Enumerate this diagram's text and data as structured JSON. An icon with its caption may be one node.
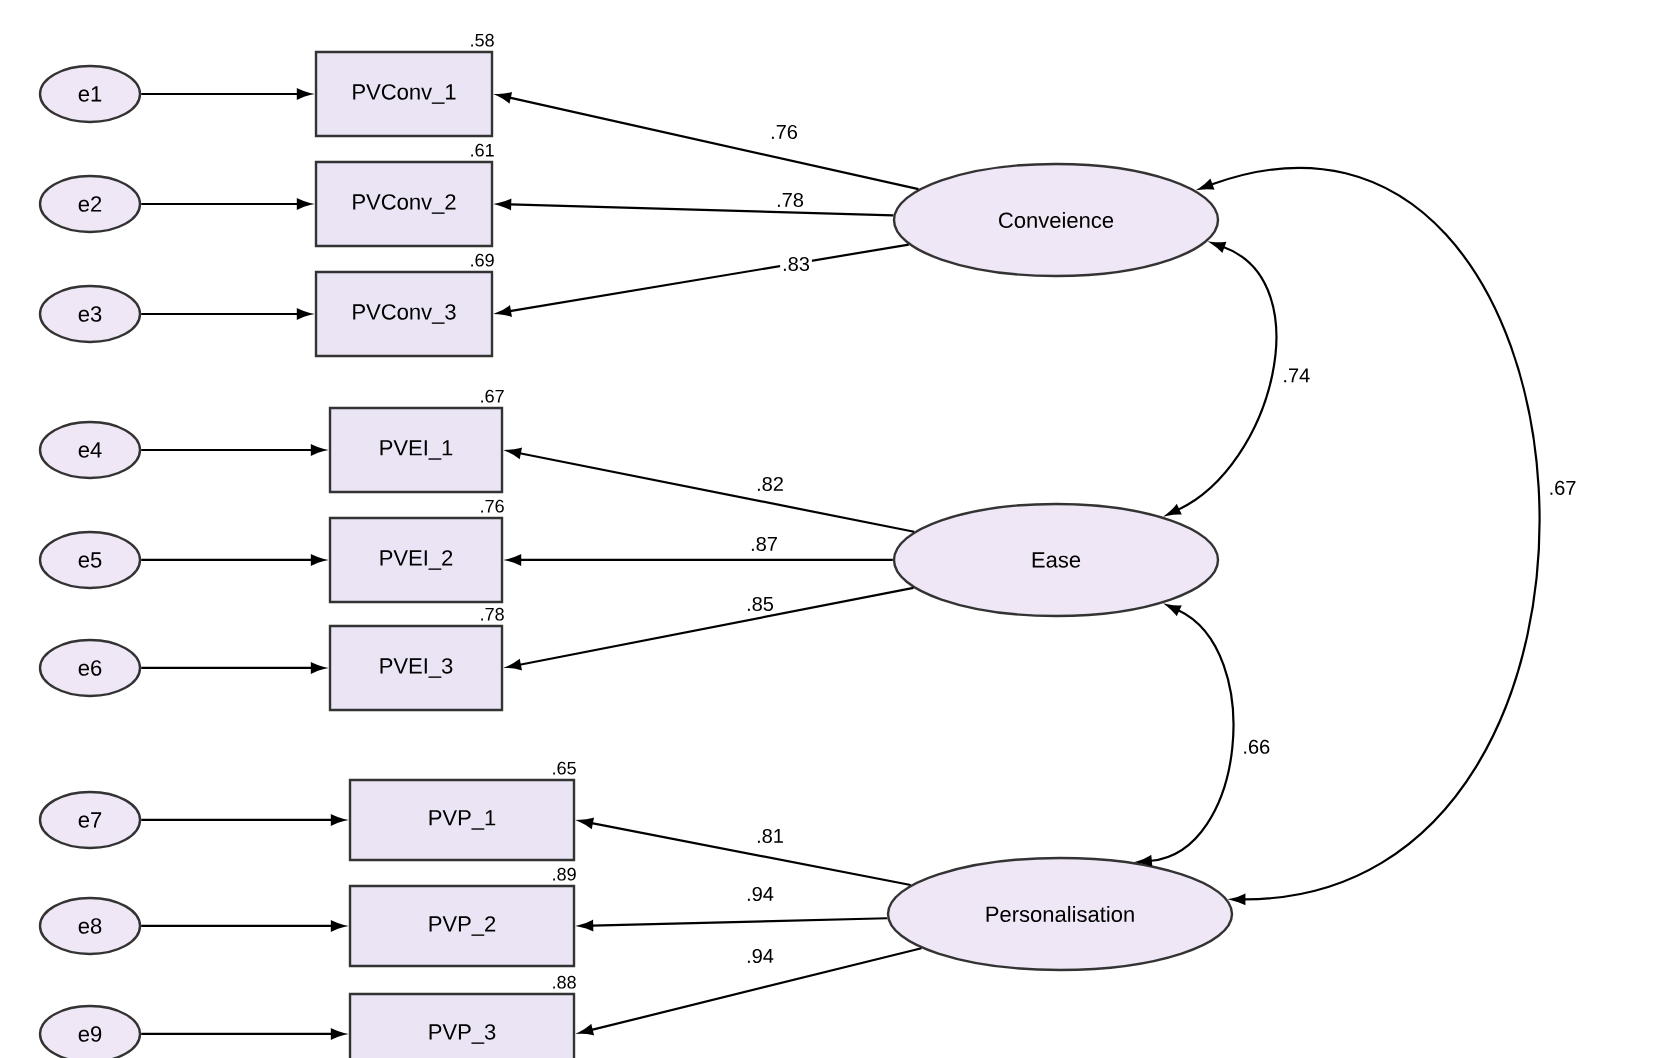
{
  "diagram": {
    "nodes": [
      {
        "text": [
          "e1"
        ]
      },
      {
        "text": [
          "e2"
        ]
      },
      {
        "text": [
          "e3"
        ]
      },
      {
        "text": [
          "e4"
        ]
      },
      {
        "text": [
          "e5"
        ]
      },
      {
        "text": [
          "e6"
        ]
      },
      {
        "text": [
          "e7"
        ]
      },
      {
        "text": [
          "e8"
        ]
      },
      {
        "text": [
          "e9"
        ]
      },
      {
        "text": [
          "PVConv_1"
        ],
        "beside": [
          ".58"
        ]
      },
      {
        "text": [
          "PVConv_2"
        ],
        "beside": [
          ".61"
        ]
      },
      {
        "text": [
          "PVConv_3"
        ],
        "beside": [
          ".69"
        ]
      },
      {
        "text": [
          "PVEI_1"
        ],
        "beside": [
          ".67"
        ]
      },
      {
        "text": [
          "PVEI_2"
        ],
        "beside": [
          ".76"
        ]
      },
      {
        "text": [
          "PVEI_3"
        ],
        "beside": [
          ".78"
        ]
      },
      {
        "text": [
          "PVP_1"
        ],
        "beside": [
          ".65"
        ]
      },
      {
        "text": [
          "PVP_2"
        ],
        "beside": [
          ".89"
        ]
      },
      {
        "text": [
          "PVP_3"
        ],
        "beside": [
          ".88"
        ]
      },
      {
        "text": [
          "Conveience"
        ]
      },
      {
        "text": [
          "Ease"
        ]
      },
      {
        "text": [
          "Personalisation"
        ]
      }
    ],
    "edges": [
      {
        "from": 0,
        "to": 9,
        "arrow": "to"
      },
      {
        "from": 1,
        "to": 10,
        "arrow": "to"
      },
      {
        "from": 2,
        "to": 11,
        "arrow": "to"
      },
      {
        "from": 3,
        "to": 12,
        "arrow": "to"
      },
      {
        "from": 4,
        "to": 13,
        "arrow": "to"
      },
      {
        "from": 5,
        "to": 14,
        "arrow": "to"
      },
      {
        "from": 6,
        "to": 15,
        "arrow": "to"
      },
      {
        "from": 7,
        "to": 16,
        "arrow": "to"
      },
      {
        "from": 8,
        "to": 17,
        "arrow": "to"
      },
      {
        "from": 18,
        "to": 9,
        "arrow": "to",
        "label": ".76"
      },
      {
        "from": 18,
        "to": 10,
        "arrow": "to",
        "label": ".78"
      },
      {
        "from": 18,
        "to": 11,
        "arrow": "to",
        "label": ".83"
      },
      {
        "from": 19,
        "to": 12,
        "arrow": "to",
        "label": ".82"
      },
      {
        "from": 19,
        "to": 13,
        "arrow": "to",
        "label": ".87"
      },
      {
        "from": 19,
        "to": 14,
        "arrow": "to",
        "label": ".85"
      },
      {
        "from": 20,
        "to": 15,
        "arrow": "to",
        "label": ".81"
      },
      {
        "from": 20,
        "to": 16,
        "arrow": "to",
        "label": ".94"
      },
      {
        "from": 20,
        "to": 17,
        "arrow": "to",
        "label": ".94"
      },
      {
        "from": 18,
        "to": 19,
        "arrow": "both",
        "label": ".74"
      },
      {
        "from": 19,
        "to": 20,
        "arrow": "both",
        "label": ".66"
      },
      {
        "from": 18,
        "to": 20,
        "arrow": "both",
        "label": ".67"
      }
    ]
  }
}
